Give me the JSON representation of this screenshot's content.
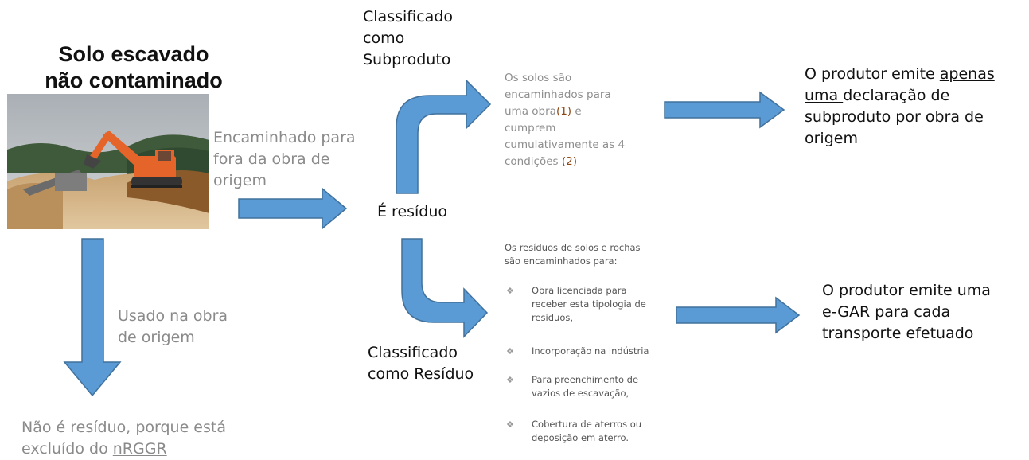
{
  "title": {
    "line1": "Solo escavado",
    "line2": "não contaminado"
  },
  "labels": {
    "forwarded_out": [
      "Encaminhado para",
      "fora da obra de",
      "origem"
    ],
    "used_on_site": [
      "Usado na obra",
      "de origem"
    ],
    "not_waste": {
      "line1": "Não é resíduo, porque está",
      "line2_prefix": "excluído do ",
      "line2_link": "nRGGR"
    },
    "is_waste": "É resíduo",
    "byproduct_class": [
      "Classificado",
      "como",
      "Subproduto"
    ],
    "waste_class": [
      "Classificado",
      "como Resíduo"
    ]
  },
  "byproduct_box": {
    "lines": [
      [
        "Os solos são"
      ],
      [
        "encaminhados para"
      ],
      [
        "uma obra",
        "(1)",
        " e"
      ],
      [
        "cumprem"
      ],
      [
        "cumulativamente as 4"
      ],
      [
        "condições ",
        "(2)",
        ""
      ]
    ]
  },
  "byproduct_result": {
    "line1_prefix": "O produtor emite ",
    "line1_u": "apenas",
    "line2_u": "uma ",
    "line2_rest": "declaração de",
    "line3": "subproduto por obra de",
    "line4": "origem"
  },
  "waste_box": {
    "intro": [
      "Os resíduos de solos e rochas",
      "são encaminhados para:"
    ],
    "bullet_mark": "❖",
    "items": [
      [
        "Obra licenciada para",
        "receber esta tipologia de",
        "resíduos,"
      ],
      [
        "Incorporação na indústria"
      ],
      [
        "Para preenchimento de",
        "vazios de escavação,"
      ],
      [
        "Cobertura de aterros ou",
        "deposição em aterro."
      ]
    ]
  },
  "waste_result": [
    "O produtor emite uma",
    "e-GAR para cada",
    "transporte efetuado"
  ],
  "colors": {
    "arrow": "#5b9bd5",
    "arrow_border": "#41719c",
    "gray_text": "#8a8a8a",
    "ref_brown": "#8b4513"
  }
}
